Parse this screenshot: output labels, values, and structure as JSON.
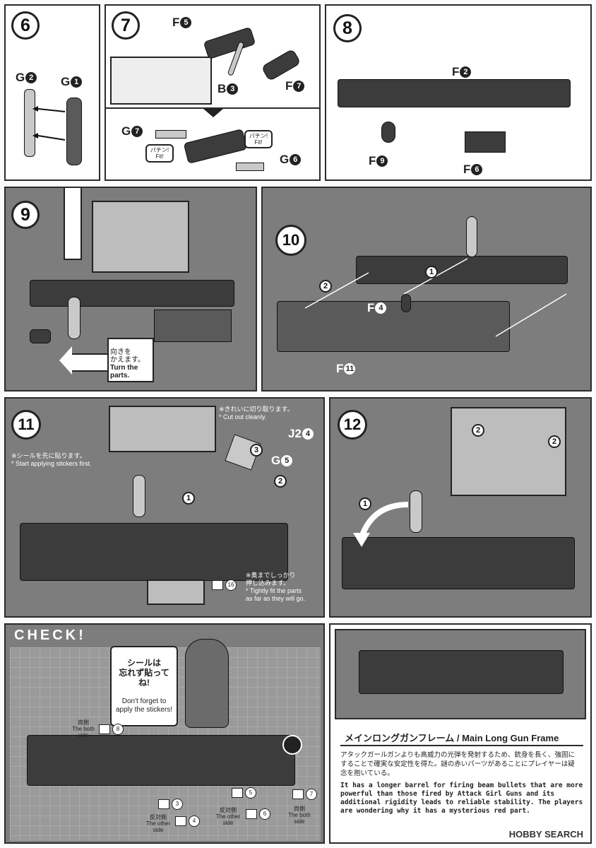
{
  "steps": {
    "s6": {
      "num": "6",
      "parts": [
        {
          "letter": "G",
          "n": "2"
        },
        {
          "letter": "G",
          "n": "1"
        }
      ]
    },
    "s7": {
      "num": "7",
      "parts": [
        {
          "letter": "F",
          "n": "5"
        },
        {
          "letter": "B",
          "n": "3"
        },
        {
          "letter": "F",
          "n": "7"
        },
        {
          "letter": "G",
          "n": "7"
        },
        {
          "letter": "G",
          "n": "6"
        }
      ],
      "fit_ja": "パチン!",
      "fit_en": "Fit!"
    },
    "s8": {
      "num": "8",
      "parts": [
        {
          "letter": "F",
          "n": "2"
        },
        {
          "letter": "F",
          "n": "9"
        },
        {
          "letter": "F",
          "n": "6"
        }
      ]
    },
    "s9": {
      "num": "9",
      "turn_ja": "向きを\nかえます。",
      "turn_en": "Turn the\nparts."
    },
    "s10": {
      "num": "10",
      "parts": [
        {
          "letter": "F",
          "n": "4"
        },
        {
          "letter": "F",
          "n": "11"
        }
      ],
      "markers": [
        "1",
        "2"
      ]
    },
    "s11": {
      "num": "11",
      "parts": [
        {
          "letter": "J2",
          "n": "4"
        },
        {
          "letter": "G",
          "n": "5"
        }
      ],
      "cut_ja": "※きれいに切り取ります。",
      "cut_en": "* Cut out cleanly.",
      "sticker_ja": "※シールを先に貼ります。",
      "sticker_en": "* Start applying stickers first.",
      "tight_ja": "※奥までしっかり\n押し込みます。",
      "tight_en": "* Tightly fit the parts\nas far as they will go.",
      "sticker_no": "16",
      "markers": [
        "1",
        "2",
        "3"
      ]
    },
    "s12": {
      "num": "12",
      "markers": [
        "1",
        "2",
        "2"
      ]
    }
  },
  "check": {
    "title": "CHECK!",
    "bubble_ja": "シールは\n忘れず貼ってね!",
    "bubble_en": "Don't forget to\napply the stickers!",
    "stickers": [
      {
        "no": "8",
        "label_ja": "両側",
        "label_en": "The both side"
      },
      {
        "no": "3",
        "label_ja": "",
        "label_en": ""
      },
      {
        "no": "4",
        "label_ja": "反対側",
        "label_en": "The other side"
      },
      {
        "no": "5",
        "label_ja": "",
        "label_en": ""
      },
      {
        "no": "6",
        "label_ja": "反対側",
        "label_en": "The other side"
      },
      {
        "no": "7",
        "label_ja": "両側",
        "label_en": "The both side"
      }
    ]
  },
  "spec": {
    "title_ja": "メインロングガンフレーム",
    "title_en": "Main Long Gun Frame",
    "desc_ja": "アタックガールガンよりも高威力の光弾を発射するため、銃身を長く、強固にすることで確実な安定性を得た。謎の赤いパーツがあることにプレイヤーは疑念を抱いている。",
    "desc_en": "It has a longer barrel for firing beam bullets that are more powerful than those fired by Attack Girl Guns and its additional rigidity leads to reliable stability. The players are wondering why it has a mysterious red part."
  },
  "watermark": "HOBBY SEARCH",
  "colors": {
    "panel_gray": "#7d7d7d",
    "part_dark": "#3c3c3c",
    "grid": "#9a9a9a"
  }
}
